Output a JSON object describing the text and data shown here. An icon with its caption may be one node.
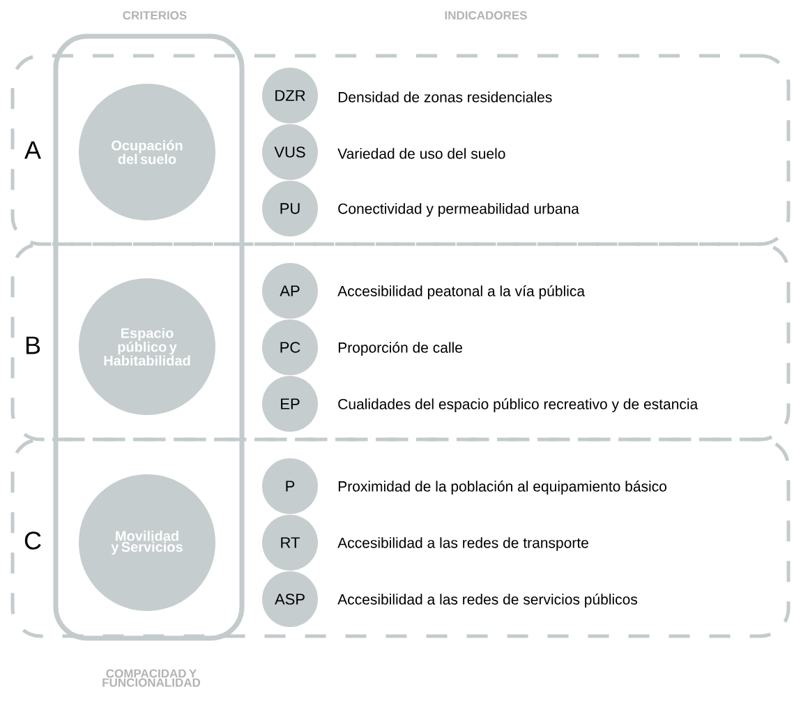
{
  "diagram": {
    "nodes": [
      {
        "text": [
          "COMPACIDAD Y FUNCIONALIDAD"
        ]
      },
      {
        "text": [
          "A"
        ]
      },
      {
        "text": [
          "Ocupación del suelo"
        ]
      },
      {
        "text": [
          "DZR"
        ],
        "beside": [
          "Densidad de zonas residenciales"
        ],
        "in": 1
      },
      {
        "text": [
          "VUS"
        ],
        "beside": [
          "Variedad de uso del suelo"
        ],
        "in": 1
      },
      {
        "text": [
          "PU"
        ],
        "beside": [
          "Conectividad y permeabilidad urbana"
        ],
        "in": 1
      },
      {
        "text": [
          "B"
        ]
      },
      {
        "text": [
          "Espacio público y Habitabilidad"
        ]
      },
      {
        "text": [
          "AP"
        ],
        "beside": [
          "Accesibilidad peatonal a la vía pública"
        ],
        "in": 6
      },
      {
        "text": [
          "PC"
        ],
        "beside": [
          "Proporción de calle"
        ],
        "in": 6
      },
      {
        "text": [
          "EP"
        ],
        "beside": [
          "Cualidades del espacio público recreativo y de estancia"
        ],
        "in": 6
      },
      {
        "text": [
          "C"
        ]
      },
      {
        "text": [
          "Movilidad y Servicios"
        ]
      },
      {
        "text": [
          "P"
        ],
        "beside": [
          "Proximidad de la población al equipamiento básico"
        ],
        "in": 11
      },
      {
        "text": [
          "RT"
        ],
        "beside": [
          "Accesibilidad a las redes de transporte"
        ],
        "in": 11
      },
      {
        "text": [
          "ASP"
        ],
        "beside": [
          "Accesibilidad a las redes de servicios públicos"
        ],
        "in": 11
      }
    ],
    "labels": [
      "CRITERIOS",
      "INDICADORES"
    ]
  }
}
